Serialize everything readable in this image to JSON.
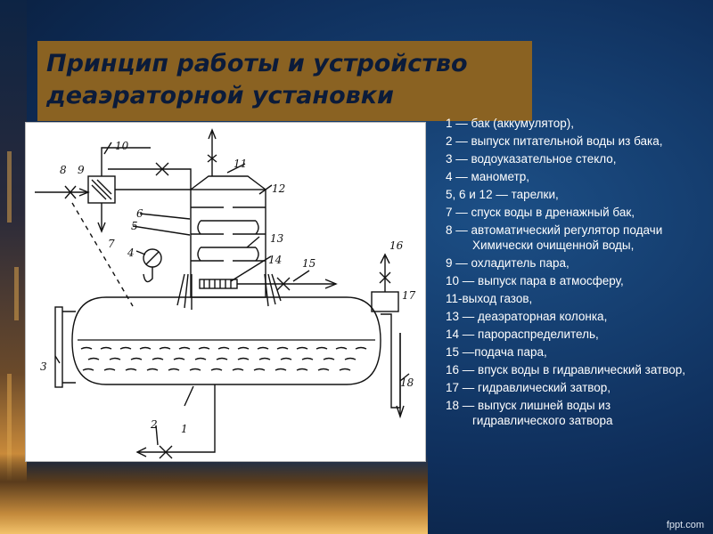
{
  "title": {
    "line1": "Принцип работы и устройство",
    "line2": "деаэраторной установки"
  },
  "legend": [
    "1 — бак (аккумулятор),",
    "2 — выпуск питательной воды из бака,",
    "3 — водоуказательное стекло,",
    "4 — манометр,",
    "5, 6 и 12 — тарелки,",
    "7 — спуск воды в дренажный бак,",
    "8 — автоматический регулятор подачи Химически очищенной воды,",
    "9 — охладитель пара,",
    "10 — выпуск пара в атмосферу,",
    "11-выход газов,",
    "13 — деаэраторная колонка,",
    "14 — парораспределитель,",
    "15 —подача пара,",
    "16 — впуск воды в гидравлический затвор,",
    "17 — гидравлический затвор,",
    "18 — выпуск лишней воды из гидравлического затвора"
  ],
  "diagram_labels": {
    "n1": "1",
    "n2": "2",
    "n3": "3",
    "n4": "4",
    "n5": "5",
    "n6": "6",
    "n7": "7",
    "n8": "8",
    "n9": "9",
    "n10": "10",
    "n11": "11",
    "n12": "12",
    "n13": "13",
    "n14": "14",
    "n15": "15",
    "n16": "16",
    "n17": "17",
    "n18": "18"
  },
  "watermark": "fppt.com",
  "colors": {
    "background": "#0f2f5c",
    "title_band": "#8a6222",
    "title_text": "#0b1b3a",
    "legend_text": "#ffffff"
  }
}
